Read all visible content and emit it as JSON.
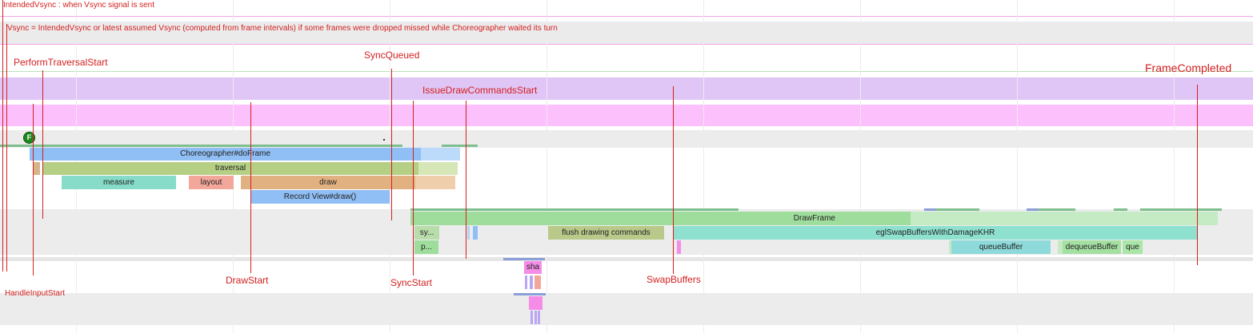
{
  "notes": {
    "intended_vsync": "IntendedVsync : when Vsync signal is sent",
    "vsync_desc": "Vsync = IntendedVsync or latest assumed Vsync (computed from frame intervals) if some frames were dropped missed while Choreographer waited its turn"
  },
  "annotations": {
    "perform_traversal_start": "PerformTraversalStart",
    "sync_queued": "SyncQueued",
    "issue_draw_commands_start": "IssueDrawCommandsStart",
    "frame_completed": "FrameCompleted",
    "handle_input_start": "HandleInputStart",
    "draw_start": "DrawStart",
    "sync_start": "SyncStart",
    "swap_buffers": "SwapBuffers"
  },
  "frame_marker": {
    "letter": "F",
    "color": "#1c8a1c"
  },
  "ui_thread": {
    "choreographer": "Choreographer#doFrame",
    "traversal": "traversal",
    "measure": "measure",
    "layout": "layout",
    "draw": "draw",
    "record_view_draw": "Record View#draw()"
  },
  "render_thread": {
    "draw_frame": "DrawFrame",
    "sync_short": "sy...",
    "prepare_short": "p...",
    "flush_drawing_commands": "flush drawing commands",
    "egl_swap": "eglSwapBuffersWithDamageKHR",
    "queue_buffer": "queueBuffer",
    "dequeue_buffer": "dequeueBuffer",
    "queue_short": "que"
  },
  "other_thread": {
    "sha_short": "sha"
  },
  "colors": {
    "annotation_red": "#d42020",
    "choreographer_blue": "#90bff5",
    "traversal_green": "#b5cf84",
    "measure_teal": "#86dcc8",
    "layout_salmon": "#f3a79b",
    "draw_tan": "#e2b181",
    "drawframe_green": "#9fdd9d",
    "flush_olive": "#b9c98a",
    "egl_teal": "#8ee0cf",
    "queue_teal": "#8ed9d9",
    "purple_band": "#dfc6f6",
    "pink_band": "#fcc0fc"
  }
}
